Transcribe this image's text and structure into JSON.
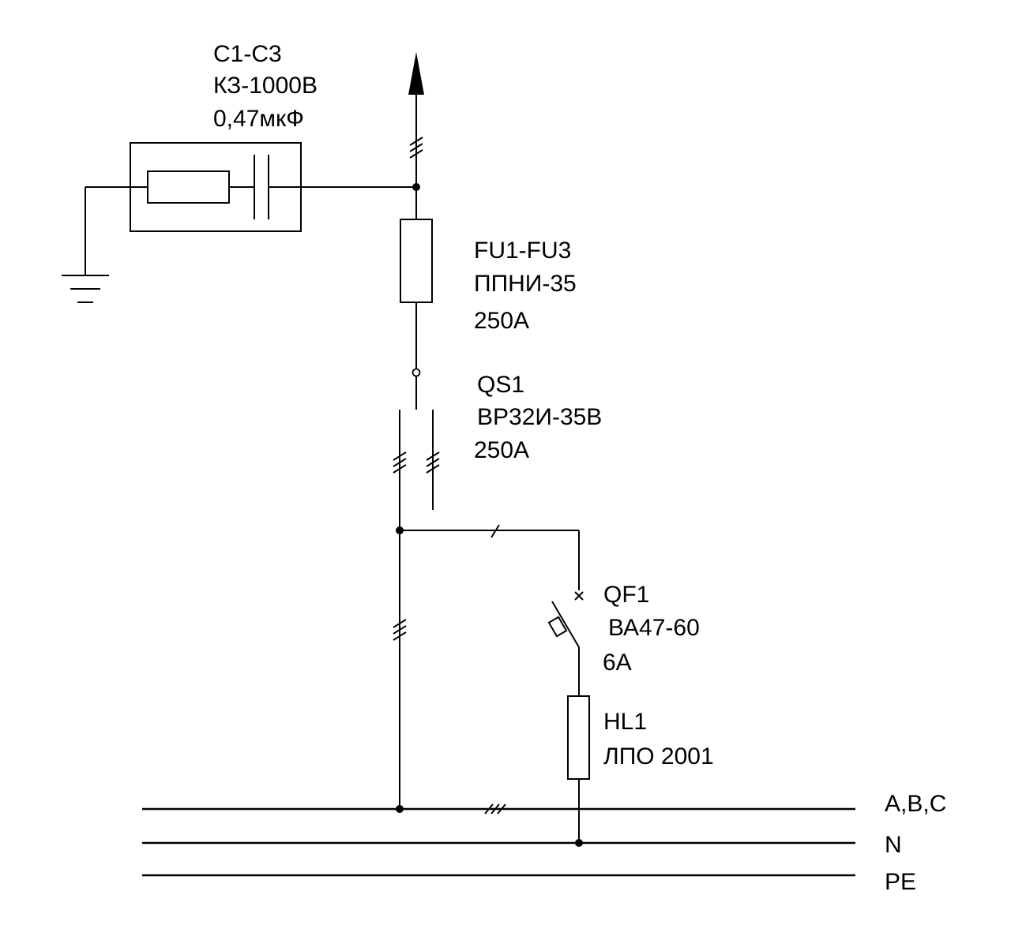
{
  "components": {
    "capacitor": {
      "designation": "С1-С3",
      "type": "КЗ-1000В",
      "value": "0,47мкФ"
    },
    "fuse": {
      "designation": "FU1-FU3",
      "type": "ППНИ-35",
      "rating": "250А"
    },
    "switch": {
      "designation": "QS1",
      "type": "ВР32И-35В",
      "rating": "250А"
    },
    "breaker": {
      "designation": "QF1",
      "type": "ВА47-60",
      "rating": "6А"
    },
    "lamp": {
      "designation": "HL1",
      "type": "ЛПО 2001"
    }
  },
  "buses": {
    "phases": "A,B,C",
    "neutral": "N",
    "protective": "PE"
  }
}
